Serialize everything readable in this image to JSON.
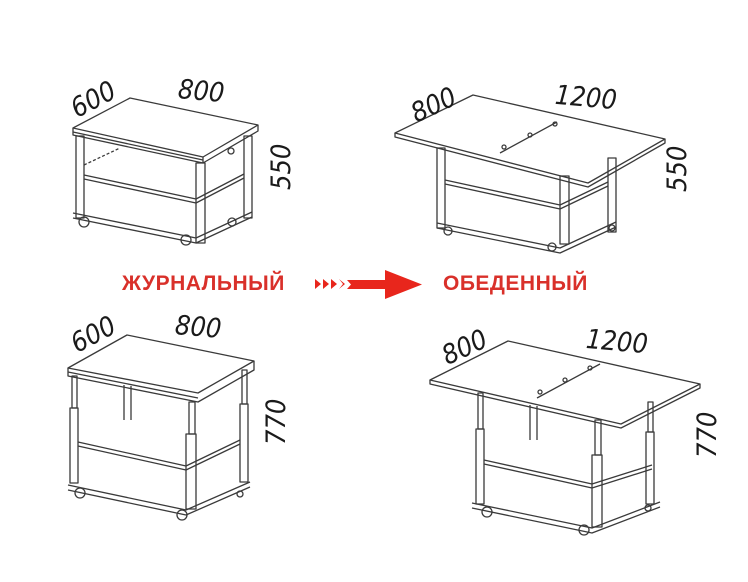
{
  "colors": {
    "accent": "#e8261c",
    "label": "#d9302a",
    "line": "#3a3a3a",
    "background": "#ffffff"
  },
  "labels": {
    "from_mode": "ЖУРНАЛЬНЫЙ",
    "to_mode": "ОБЕДЕННЫЙ"
  },
  "arrow_icon": "transform-arrow-icon",
  "diagrams": [
    {
      "name": "coffee-low",
      "depth": "600",
      "width": "800",
      "height": "550"
    },
    {
      "name": "dining-low",
      "depth": "800",
      "width": "1200",
      "height": "550"
    },
    {
      "name": "coffee-high",
      "depth": "600",
      "width": "800",
      "height": "770"
    },
    {
      "name": "dining-high",
      "depth": "800",
      "width": "1200",
      "height": "770"
    }
  ]
}
